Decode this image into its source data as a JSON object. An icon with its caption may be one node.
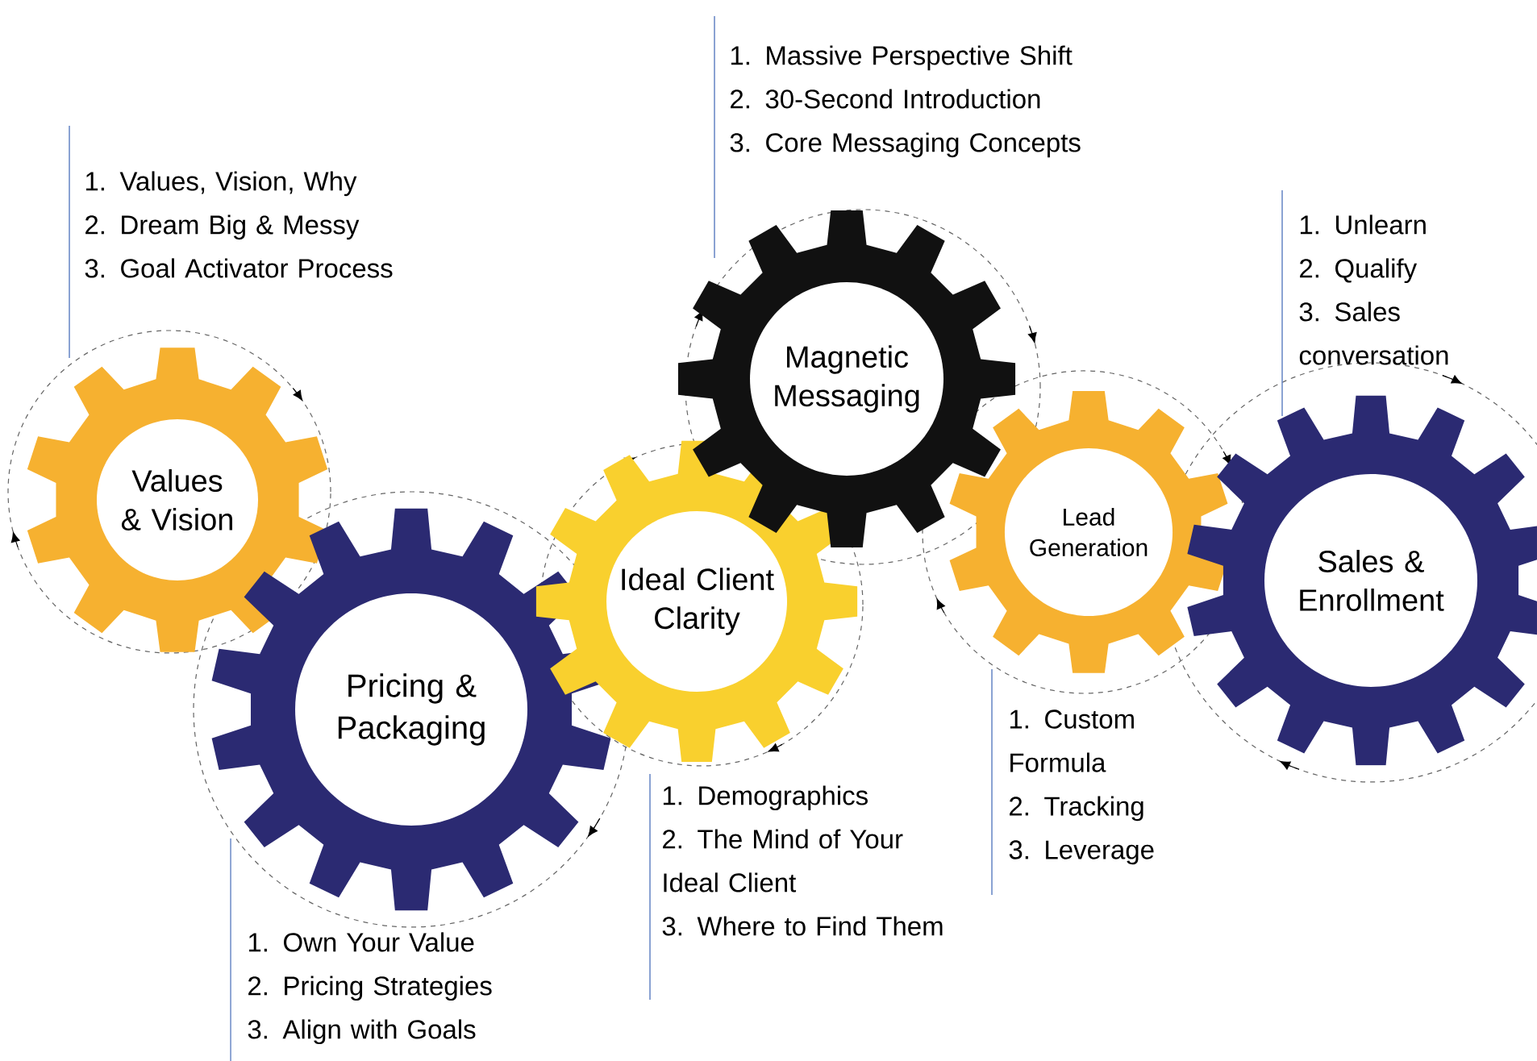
{
  "diagram": {
    "nodes": [
      {
        "text": [
          "Values & Vision"
        ]
      },
      {
        "text": [
          "Pricing & Packaging"
        ]
      },
      {
        "text": [
          "Ideal Client Clarity"
        ]
      },
      {
        "text": [
          "Magnetic Messaging"
        ]
      },
      {
        "text": [
          "Lead Generation"
        ]
      },
      {
        "text": [
          "Sales & Enrollment"
        ]
      }
    ],
    "labels": [
      "1. Massive Perspective Shift",
      "2. 30-Second Introduction",
      "3. Core Messaging Concepts",
      "1. Values, Vision, Why",
      "2. Dream Big & Messy",
      "3. Goal Activator Process",
      "1. Unlearn",
      "2. Qualify",
      "3. Sales conversation",
      "1. Custom Formula",
      "2. Tracking",
      "3. Leverage",
      "1. Demographics",
      "2. The Mind of Your Ideal Client",
      "3. Where to Find Them",
      "1. Own Your Value",
      "2. Pricing Strategies",
      "3. Align with Goals"
    ]
  }
}
